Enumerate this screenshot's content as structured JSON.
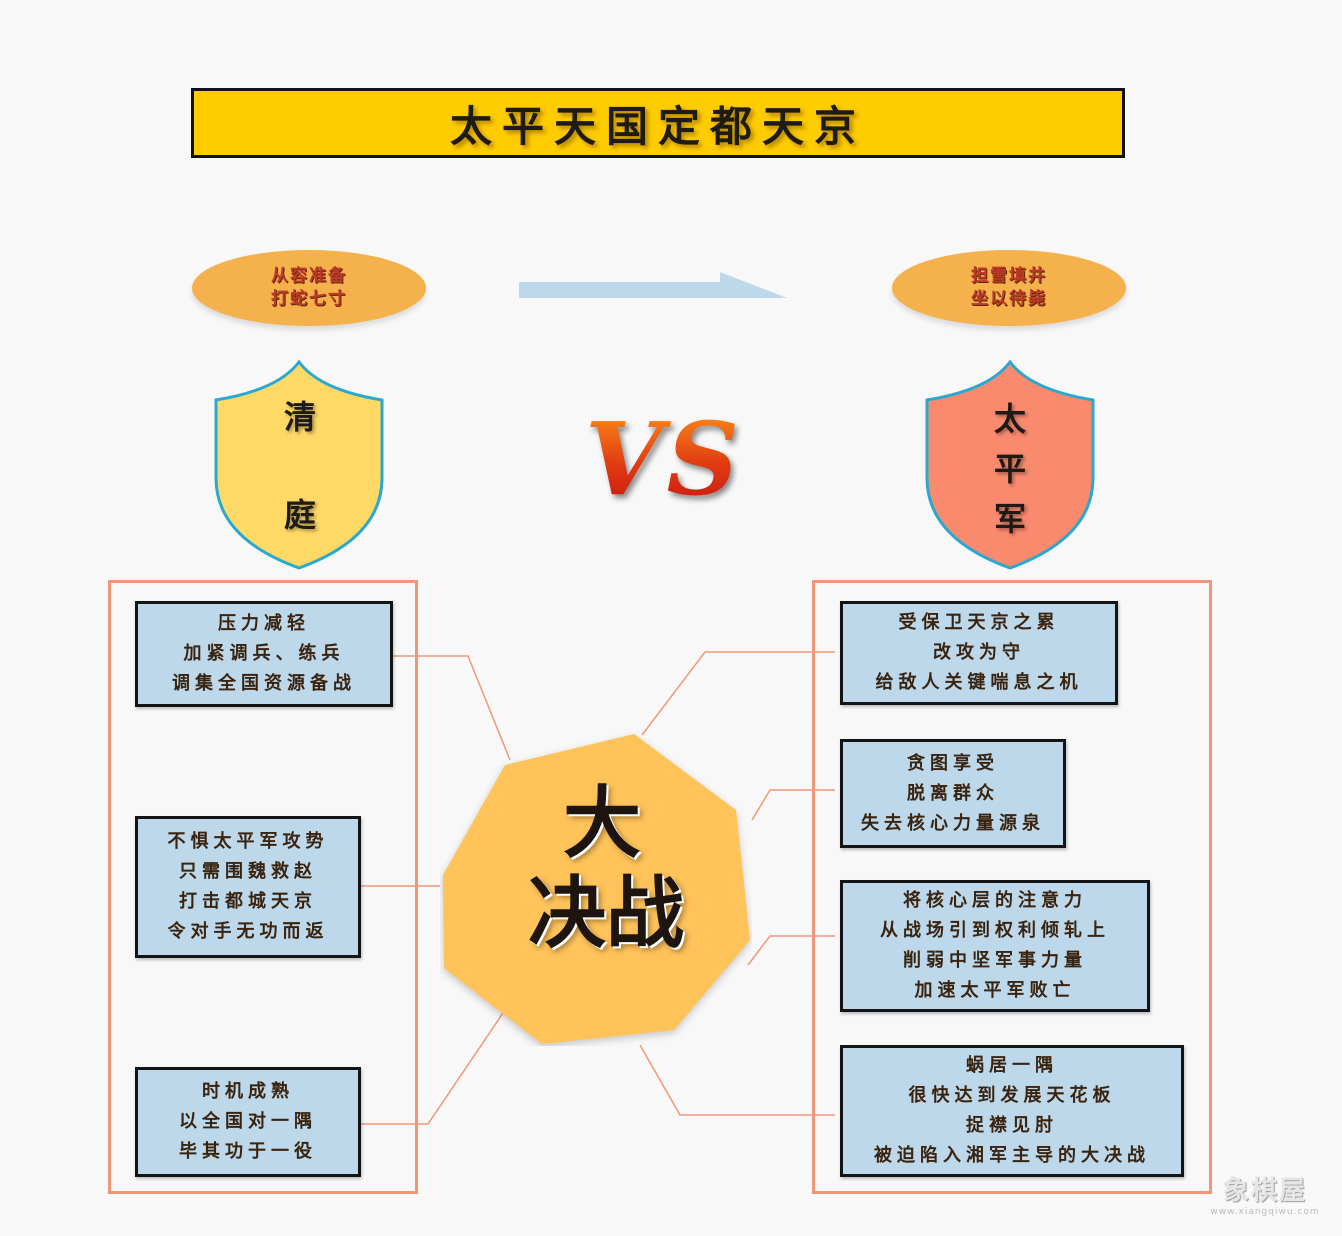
{
  "title": "太平天国定都天京",
  "left_ellipse": {
    "lines": [
      "从容准备",
      "打蛇七寸"
    ]
  },
  "right_ellipse": {
    "lines": [
      "担雪填井",
      "坐以待毙"
    ]
  },
  "left_shield": {
    "chars": [
      "清",
      "庭"
    ],
    "color": "#ffd966"
  },
  "right_shield": {
    "chars": [
      "太",
      "平",
      "军"
    ],
    "color": "#fa8a6e"
  },
  "vs_label": "VS",
  "center": {
    "lines": [
      "大",
      "决战"
    ],
    "color": "#ffc35a"
  },
  "left_boxes": [
    {
      "lines": [
        "压力减轻",
        "加紧调兵、练兵",
        "调集全国资源备战"
      ]
    },
    {
      "lines": [
        "不惧太平军攻势",
        "只需围魏救赵",
        "打击都城天京",
        "令对手无功而返"
      ]
    },
    {
      "lines": [
        "时机成熟",
        "以全国对一隅",
        "毕其功于一役"
      ]
    }
  ],
  "right_boxes": [
    {
      "lines": [
        "受保卫天京之累",
        "改攻为守",
        "给敌人关键喘息之机"
      ]
    },
    {
      "lines": [
        "贪图享受",
        "脱离群众",
        "失去核心力量源泉"
      ]
    },
    {
      "lines": [
        "将核心层的注意力",
        "从战场引到权利倾轧上",
        "削弱中坚军事力量",
        "加速太平军败亡"
      ]
    },
    {
      "lines": [
        "蜗居一隅",
        "很快达到发展天花板",
        "捉襟见肘",
        "被迫陷入湘军主导的大决战"
      ]
    }
  ],
  "watermark": {
    "text": "象棋屋",
    "url": "www.xiangqiwu.com"
  }
}
